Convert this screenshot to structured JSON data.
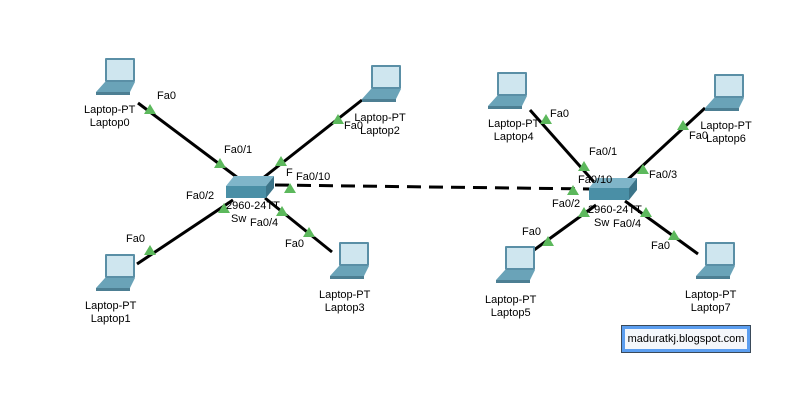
{
  "topology": {
    "switches": [
      {
        "id": "sw0",
        "model": "2960-24TT",
        "name": "Sw"
      },
      {
        "id": "sw1",
        "model": "2960-24TT",
        "name": "Sw"
      }
    ],
    "laptops": [
      {
        "id": "l0",
        "model": "Laptop-PT",
        "name": "Laptop0"
      },
      {
        "id": "l1",
        "model": "Laptop-PT",
        "name": "Laptop1"
      },
      {
        "id": "l2",
        "model": "Laptop-PT",
        "name": "Laptop2"
      },
      {
        "id": "l3",
        "model": "Laptop-PT",
        "name": "Laptop3"
      },
      {
        "id": "l4",
        "model": "Laptop-PT",
        "name": "Laptop4"
      },
      {
        "id": "l5",
        "model": "Laptop-PT",
        "name": "Laptop5"
      },
      {
        "id": "l6",
        "model": "Laptop-PT",
        "name": "Laptop6"
      },
      {
        "id": "l7",
        "model": "Laptop-PT",
        "name": "Laptop7"
      }
    ],
    "links": [
      {
        "from": "l0",
        "from_port": "Fa0",
        "to": "sw0",
        "to_port": "Fa0/1",
        "type": "straight"
      },
      {
        "from": "l1",
        "from_port": "Fa0",
        "to": "sw0",
        "to_port": "Fa0/2",
        "type": "straight"
      },
      {
        "from": "l2",
        "from_port": "Fa0",
        "to": "sw0",
        "to_port": "F",
        "type": "straight"
      },
      {
        "from": "l3",
        "from_port": "Fa0",
        "to": "sw0",
        "to_port": "Fa0/4",
        "type": "straight"
      },
      {
        "from": "sw0",
        "from_port": "Fa0/10",
        "to": "sw1",
        "to_port": "Fa0/10",
        "type": "crossover"
      },
      {
        "from": "l4",
        "from_port": "Fa0",
        "to": "sw1",
        "to_port": "Fa0/1",
        "type": "straight"
      },
      {
        "from": "l5",
        "from_port": "Fa0",
        "to": "sw1",
        "to_port": "Fa0/2",
        "type": "straight"
      },
      {
        "from": "l6",
        "from_port": "Fa0",
        "to": "sw1",
        "to_port": "Fa0/3",
        "type": "straight"
      },
      {
        "from": "l7",
        "from_port": "Fa0",
        "to": "sw1",
        "to_port": "Fa0/4",
        "type": "straight"
      }
    ]
  },
  "port_labels": {
    "l0_fa0": "Fa0",
    "sw0_fa01": "Fa0/1",
    "sw0_fa02": "Fa0/2",
    "l1_fa0": "Fa0",
    "l2_fa0": "Fa0",
    "sw0_f": "F",
    "sw0_fa010": "Fa0/10",
    "sw0_fa04": "Fa0/4",
    "l3_fa0": "Fa0",
    "l4_fa0": "Fa0",
    "sw1_fa01": "Fa0/1",
    "sw1_fa010": "Fa0/10",
    "sw1_fa02": "Fa0/2",
    "l5_fa0": "Fa0",
    "l6_fa0": "Fa0",
    "sw1_fa03": "Fa0/3",
    "sw1_fa04": "Fa0/4",
    "l7_fa0": "Fa0"
  },
  "credit": "maduratkj.blogspot.com",
  "colors": {
    "link": "#000000",
    "port_up": "#5cb85c",
    "device": "#4a8fa6",
    "credit_border": "#5b9ef0"
  }
}
